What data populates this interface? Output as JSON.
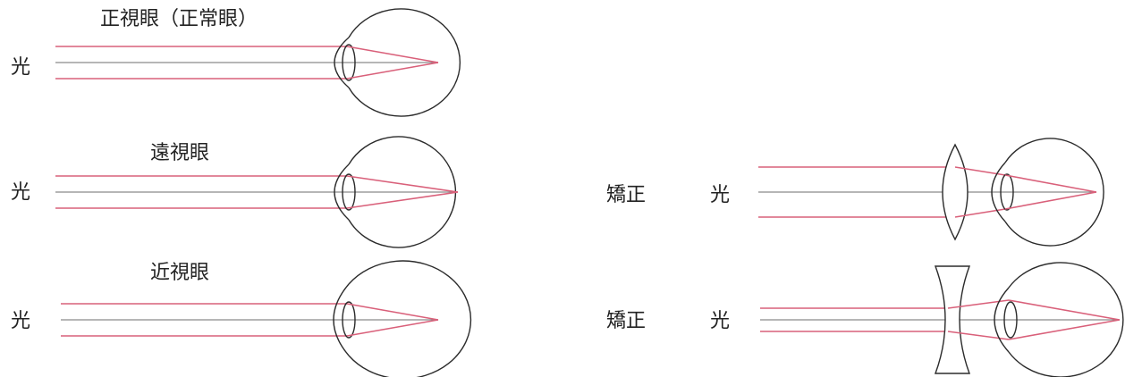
{
  "diagram": {
    "normal": {
      "title": "正視眼（正常眼）",
      "light_label": "光"
    },
    "hyperopia": {
      "title": "遠視眼",
      "light_label": "光",
      "correction_label": "矯正",
      "correction_light_label": "光"
    },
    "myopia": {
      "title": "近視眼",
      "light_label": "光",
      "correction_label": "矯正",
      "correction_light_label": "光"
    }
  },
  "colors": {
    "ray": "#d9607a",
    "axis": "#8a8a8a",
    "ink": "#2b2b2b"
  },
  "icons": [
    "eyeball-icon",
    "convex-lens-icon",
    "concave-lens-icon"
  ]
}
